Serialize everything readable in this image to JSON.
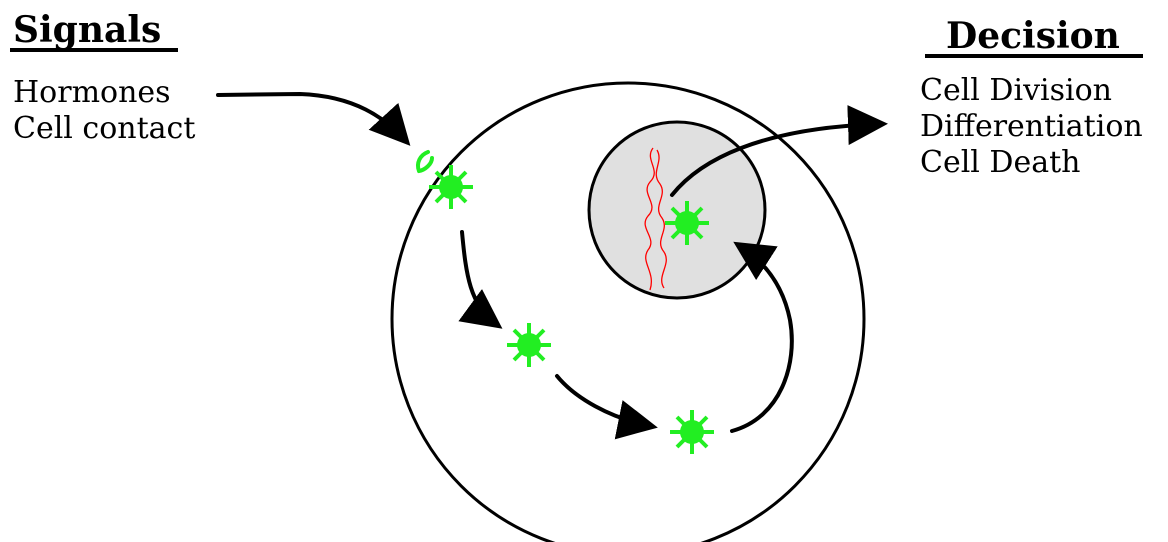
{
  "signals": {
    "heading": "Signals",
    "items": [
      "Hormones",
      "Cell contact"
    ]
  },
  "decision": {
    "heading": "Decision",
    "items": [
      "Cell Division",
      "Differentiation",
      "Cell Death"
    ]
  },
  "colors": {
    "ink": "#000000",
    "signal_molecule": "#22ee22",
    "receptor": "#22ee22",
    "nucleus_fill": "#e0e0e0",
    "dna": "#ff0000"
  },
  "icons": [
    "receptor-icon",
    "signal-molecule-icon",
    "dna-strand-icon",
    "arrow-icon"
  ]
}
